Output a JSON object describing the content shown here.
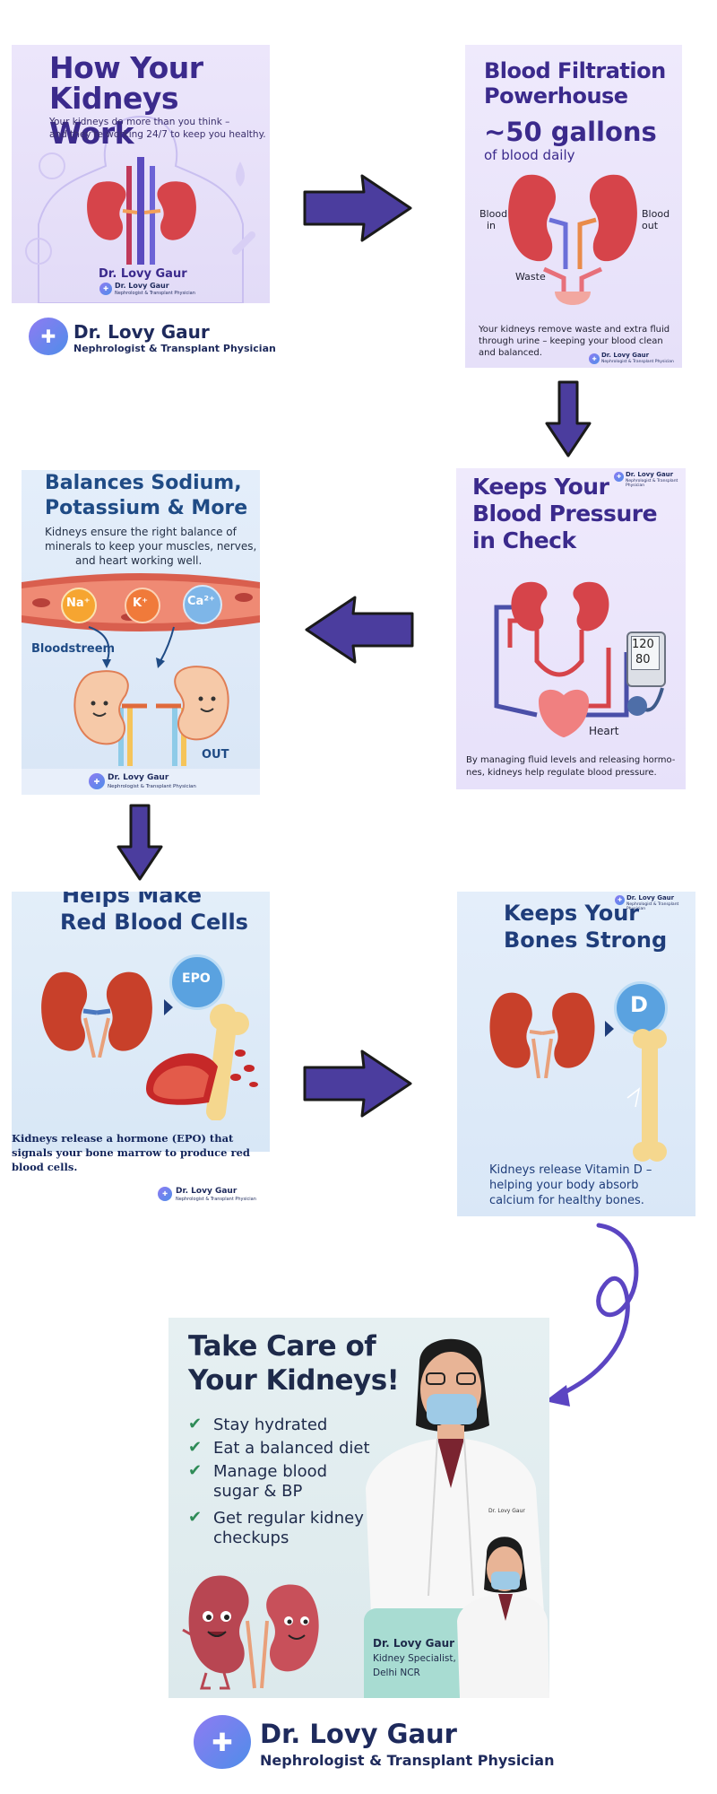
{
  "panel1": {
    "title_line1": "How Your",
    "title_line2": "Kidneys Work",
    "subtitle_line1": "Your kidneys do more than you think –",
    "subtitle_line2": "and they're working 24/7 to keep you healthy.",
    "badge_name": "Dr. Lovy Gaur",
    "badge_mini_name": "Dr. Lovy Gaur",
    "badge_mini_sub": "Nephrologist & Transplant Physician"
  },
  "brand_top": {
    "name": "Dr. Lovy Gaur",
    "subtitle": "Nephrologist & Transplant Physician"
  },
  "panel2": {
    "title_line1": "Blood Filtration",
    "title_line2": "Powerhouse",
    "stat": "~50 gallons",
    "stat_sub": "of blood daily",
    "label_in_1": "Blood",
    "label_in_2": "in",
    "label_out_1": "Blood",
    "label_out_2": "out",
    "label_waste": "Waste",
    "body_line1": "Your kidneys remove waste and extra fluid",
    "body_line2": "through urine – keeping your blood clean",
    "body_line3": "and balanced.",
    "mini_name": "Dr. Lovy Gaur",
    "mini_sub": "Nephrologist & Transplant Physician"
  },
  "panel3": {
    "title_line1": "Balances Sodium,",
    "title_line2": "Potassium & More",
    "body_line1": "Kidneys ensure the right balance of",
    "body_line2": "minerals to keep your muscles, nerves,",
    "body_line3": "and heart working well.",
    "ion_na": "Na⁺",
    "ion_k": "K⁺",
    "ion_ca": "Ca²⁺",
    "label_bloodstream": "Bloodstreem",
    "label_out": "OUT",
    "mini_name": "Dr. Lovy Gaur",
    "mini_sub": "Nephrologist & Transplant Physician"
  },
  "panel4": {
    "title_line1": "Keeps Your",
    "title_line2": "Blood Pressure",
    "title_line3": "in Check",
    "bp_top": "120",
    "bp_bottom": "80",
    "label_heart": "Heart",
    "body_line1": "By managing fluid levels and releasing hormo-",
    "body_line2": "nes, kidneys help regulate blood pressure.",
    "mini_name": "Dr. Lovy Gaur",
    "mini_sub": "Nephrologist & Transplant Physician"
  },
  "panel5": {
    "title_line1": "Helps Make",
    "title_line2": "Red Blood Cells",
    "epo": "EPO",
    "body_line1": "Kidneys release a hormone (EPO) that",
    "body_line2": "signals your bone marrow to produce red",
    "body_line3": "blood cells.",
    "mini_name": "Dr. Lovy Gaur",
    "mini_sub": "Nephrologist & Transplant Physician"
  },
  "panel6": {
    "title_line1": "Keeps Your",
    "title_line2": "Bones Strong",
    "vitamin": "D",
    "body_line1": "Kidneys release Vitamin D –",
    "body_line2": "helping your body absorb",
    "body_line3": "calcium for healthy bones.",
    "mini_name": "Dr. Lovy Gaur",
    "mini_sub": "Nephrologist & Transplant Physician"
  },
  "panel7": {
    "title_line1": "Take Care of",
    "title_line2": "Your Kidneys!",
    "tips": [
      {
        "line1": "Stay hydrated",
        "line2": ""
      },
      {
        "line1": "Eat a balanced diet",
        "line2": ""
      },
      {
        "line1": "Manage blood",
        "line2": "sugar & BP"
      },
      {
        "line1": "Get regular kidney",
        "line2": "checkups"
      }
    ],
    "coat_tag": "Dr. Lovy Gaur",
    "card_name": "Dr. Lovy Gaur",
    "card_role": "Kidney Specialist,",
    "card_location": "Delhi NCR"
  },
  "brand_bottom": {
    "name": "Dr. Lovy Gaur",
    "subtitle": "Nephrologist & Transplant Physician"
  },
  "colors": {
    "arrow": "#4b3d9e",
    "title_purple": "#3b2a8c",
    "title_navy": "#1f3d7a",
    "kidney": "#d6444a",
    "lavender": "#efeafc",
    "pale_blue": "#e3eef9"
  }
}
